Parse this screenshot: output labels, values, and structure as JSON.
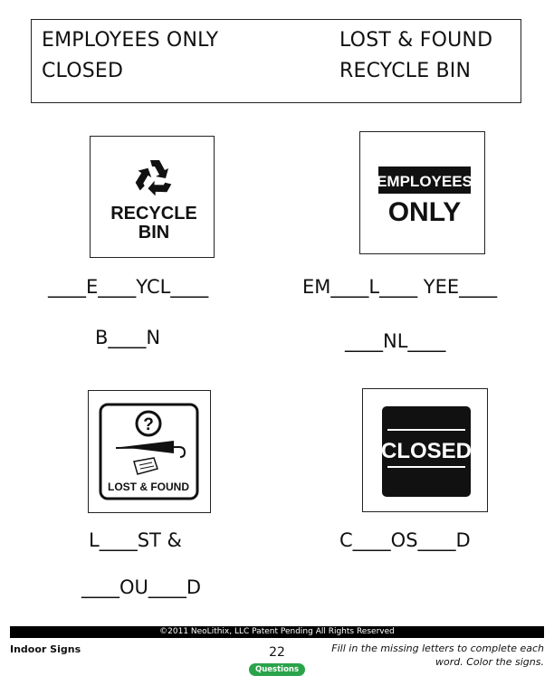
{
  "word_bank": {
    "items": [
      "EMPLOYEES ONLY",
      "LOST & FOUND",
      "CLOSED",
      "RECYCLE BIN"
    ]
  },
  "signs": {
    "recycle_bin": {
      "line1": "RECYCLE",
      "line2": "BIN"
    },
    "employees_only": {
      "line1": "EMPLOYEES",
      "line2": "ONLY"
    },
    "lost_found": {
      "label": "LOST & FOUND"
    },
    "closed": {
      "label": "CLOSED"
    }
  },
  "puzzles": {
    "recycle_bin": {
      "line1": "____E____YCL____",
      "line2": "B____N"
    },
    "employees_only": {
      "line1": "EM____L____ YEE____",
      "line2": "____NL____"
    },
    "lost_found": {
      "line1": "L____ST  &",
      "line2": "____OU____D"
    },
    "closed": {
      "line1": "C____OS____D"
    }
  },
  "footer": {
    "copyright": "©2011  NeoLithix, LLC  Patent Pending  All Rights Reserved",
    "section": "Indoor Signs",
    "page_number": "22",
    "badge": "Questions",
    "instructions": "Fill in the missing letters to complete each word. Color the signs."
  }
}
